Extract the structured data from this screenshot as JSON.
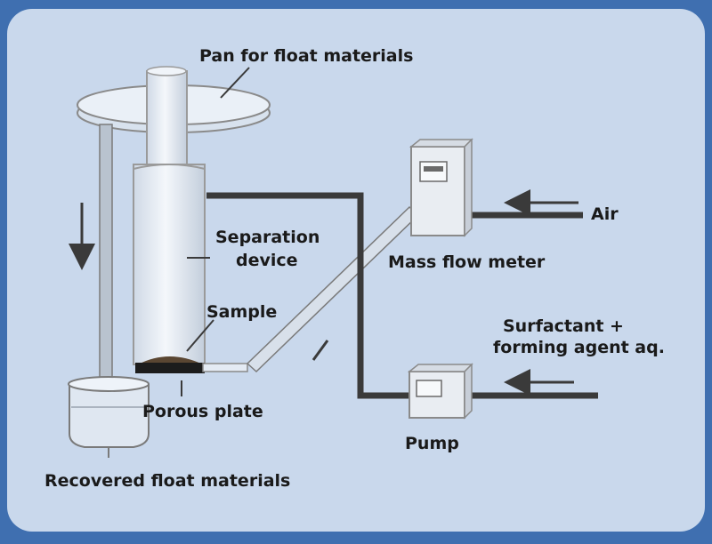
{
  "labels": {
    "pan": "Pan for float materials",
    "separation_line1": "Separation",
    "separation_line2": "device",
    "sample": "Sample",
    "porous_plate": "Porous plate",
    "recovered": "Recovered float materials",
    "mass_flow_meter": "Mass flow meter",
    "air": "Air",
    "surfactant_line1": "Surfactant +",
    "surfactant_line2": "forming agent aq.",
    "pump": "Pump"
  },
  "colors": {
    "frame": "#3f6fb0",
    "panel": "#c9d8ec",
    "tube": "#3a3a3a",
    "glass": "#e4ebf4",
    "sample": "#5a4632"
  }
}
